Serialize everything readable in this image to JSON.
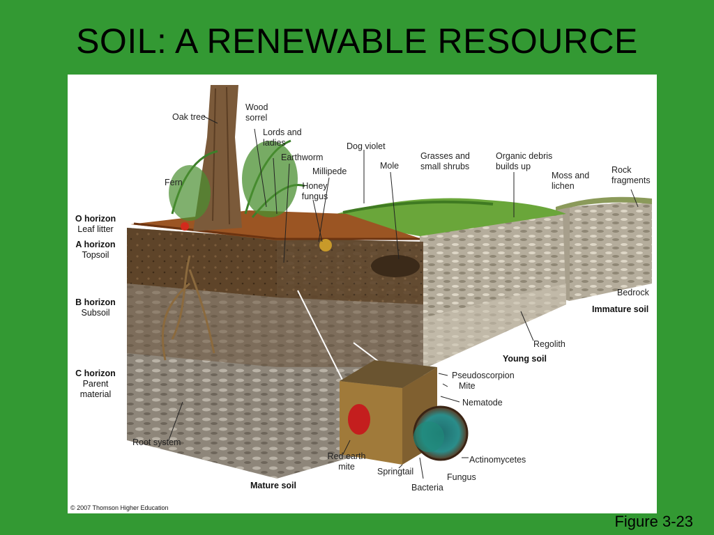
{
  "title": "SOIL: A RENEWABLE RESOURCE",
  "figure_number": "Figure 3-23",
  "copyright": "© 2007 Thomson Higher Education",
  "horizons": [
    {
      "name": "O horizon",
      "desc": "Leaf litter"
    },
    {
      "name": "A horizon",
      "desc": "Topsoil"
    },
    {
      "name": "B horizon",
      "desc": "Subsoil"
    },
    {
      "name": "C horizon",
      "desc": "Parent material"
    }
  ],
  "labels": {
    "oak_tree": "Oak tree",
    "wood_sorrel": "Wood sorrel",
    "lords_ladies": "Lords and ladies",
    "earthworm": "Earthworm",
    "fern": "Fern",
    "millipede": "Millipede",
    "honey_fungus": "Honey fungus",
    "dog_violet": "Dog violet",
    "mole": "Mole",
    "grasses": "Grasses and small shrubs",
    "organic_debris": "Organic debris builds up",
    "moss_lichen": "Moss and lichen",
    "rock_fragments": "Rock fragments",
    "bedrock": "Bedrock",
    "regolith": "Regolith",
    "root_system": "Root system",
    "pseudoscorpion": "Pseudoscorpion",
    "mite": "Mite",
    "nematode": "Nematode",
    "red_earth_mite": "Red earth mite",
    "springtail": "Springtail",
    "bacteria": "Bacteria",
    "fungus": "Fungus",
    "actinomycetes": "Actinomycetes"
  },
  "captions": {
    "mature": "Mature soil",
    "young": "Young soil",
    "immature": "Immature soil"
  },
  "colors": {
    "background": "#339933",
    "litter": "#8a4a1c",
    "topsoil": "#5b4127",
    "subsoil": "#7a6246",
    "parent_material": "#8c8378",
    "young_soil": "#a8a090",
    "immature_soil": "#c9bfa8"
  }
}
